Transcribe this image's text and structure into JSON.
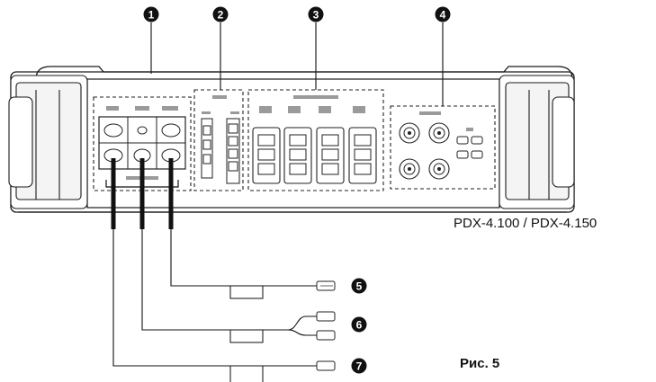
{
  "callouts": [
    "1",
    "2",
    "3",
    "4",
    "5",
    "6",
    "7"
  ],
  "model_label": "PDX-4.100 / PDX-4.150",
  "figure_label": "Рис. 5",
  "colors": {
    "ink": "#1a1a1a",
    "panel_gray": "#8a8a8a",
    "callout_fill": "#111111"
  }
}
